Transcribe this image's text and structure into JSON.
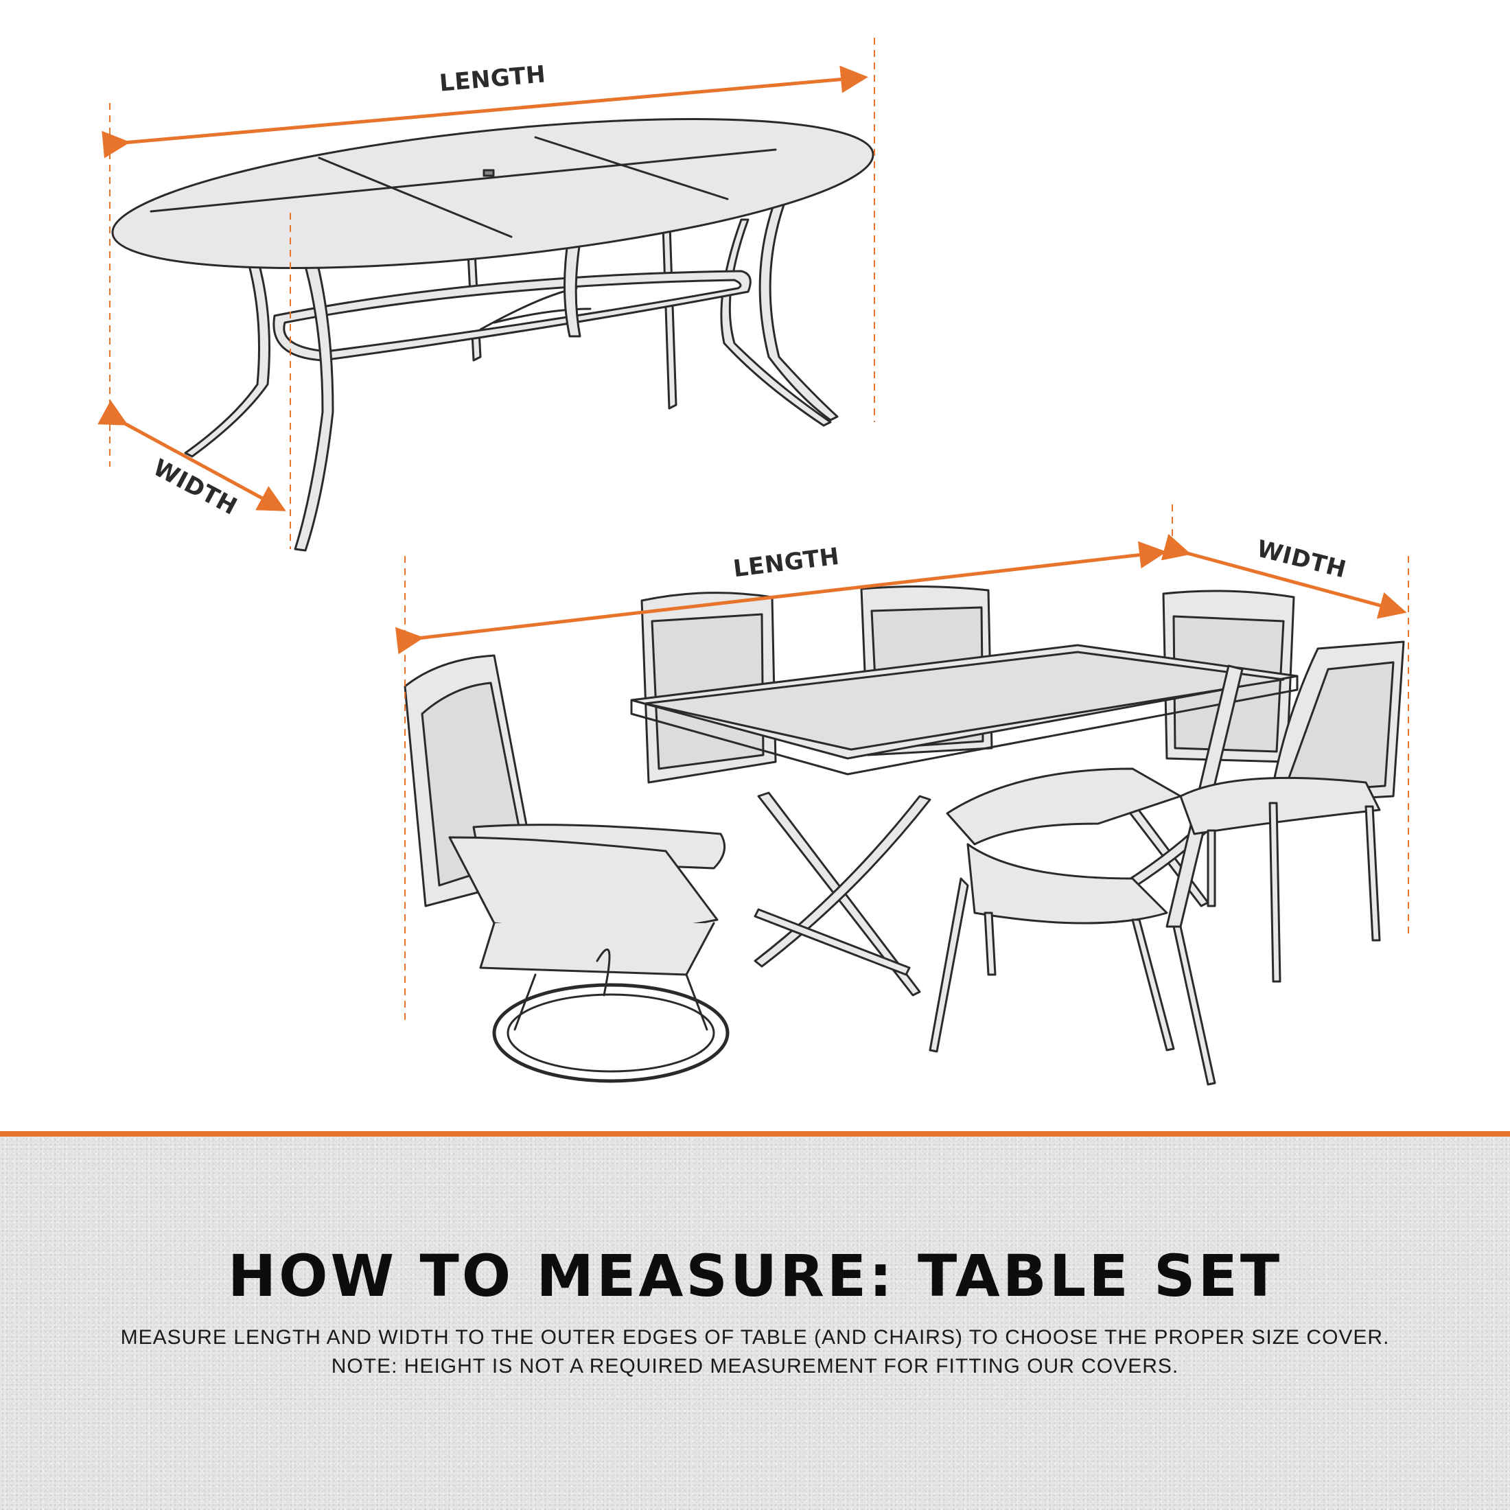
{
  "colors": {
    "accent_orange": "#e8732a",
    "line_dark": "#2a2a2a",
    "furniture_fill": "#e6e6e6",
    "footer_bg": "#e6e6e6",
    "text_dark": "#0d0d0d"
  },
  "diagram_top": {
    "subject": "oval-patio-table",
    "length_label": "LENGTH",
    "width_label": "WIDTH"
  },
  "diagram_bottom": {
    "subject": "rectangular-table-with-six-chairs",
    "length_label": "LENGTH",
    "width_label": "WIDTH"
  },
  "footer": {
    "title": "HOW TO MEASURE: TABLE SET",
    "line1": "MEASURE LENGTH AND WIDTH TO THE OUTER EDGES OF TABLE (AND CHAIRS) TO CHOOSE THE PROPER SIZE COVER.",
    "line2": "NOTE: HEIGHT IS NOT A REQUIRED MEASUREMENT FOR FITTING OUR COVERS."
  }
}
